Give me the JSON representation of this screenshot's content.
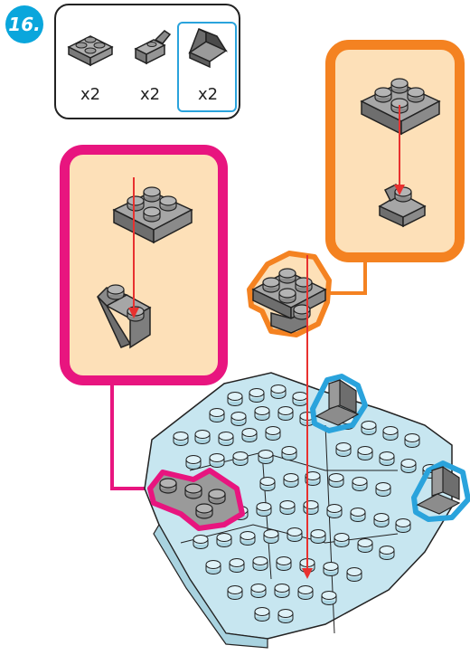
{
  "step": {
    "number": "16."
  },
  "parts": [
    {
      "icon": "2x2-plate-icon",
      "quantity": "x2"
    },
    {
      "icon": "clip-plate-icon",
      "quantity": "x2"
    },
    {
      "icon": "slope-bracket-icon",
      "quantity": "x2",
      "highlighted": true
    }
  ],
  "colors": {
    "step_badge": "#0aa6dc",
    "pink_callout": "#e8157f",
    "orange_callout": "#f48221",
    "callout_fill": "#fde0b8",
    "highlight_blue": "#2aa3dc",
    "model_body": "#c7e6f0",
    "part_gray": "#8c8c8c",
    "arrow_red": "#e8312f"
  }
}
